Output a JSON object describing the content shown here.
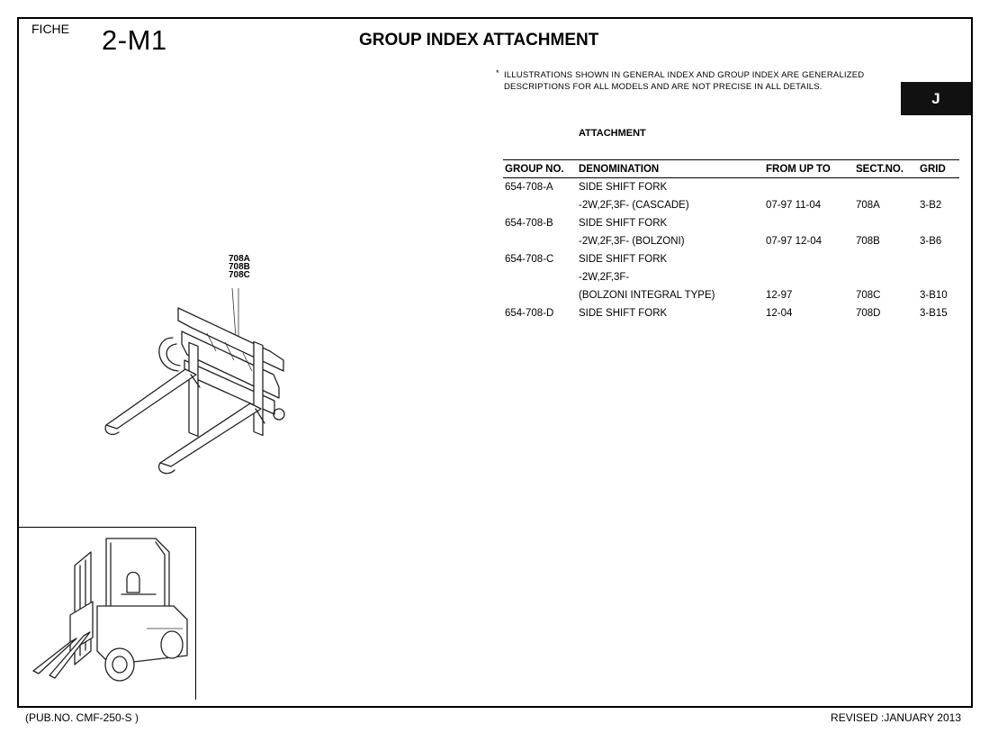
{
  "header": {
    "fiche_label": "FICHE",
    "fiche_code": "2-M1",
    "title": "GROUP INDEX ATTACHMENT"
  },
  "note": {
    "marker": "*",
    "text_line1": "ILLUSTRATIONS SHOWN IN GENERAL INDEX AND GROUP INDEX ARE GENERALIZED",
    "text_line2": "DESCRIPTIONS FOR ALL MODELS AND ARE NOT PRECISE IN ALL DETAILS."
  },
  "tab": {
    "letter": "J"
  },
  "section": {
    "title": "ATTACHMENT"
  },
  "table": {
    "headers": [
      "GROUP NO.",
      "DENOMINATION",
      "FROM UP TO",
      "SECT.NO.",
      "GRID"
    ],
    "rows": [
      [
        "654-708-A",
        "SIDE SHIFT FORK",
        "",
        "",
        ""
      ],
      [
        "",
        "-2W,2F,3F- (CASCADE)",
        "07-97 11-04",
        "708A",
        "3-B2"
      ],
      [
        "654-708-B",
        "SIDE SHIFT FORK",
        "",
        "",
        ""
      ],
      [
        "",
        "-2W,2F,3F- (BOLZONI)",
        "07-97 12-04",
        "708B",
        "3-B6"
      ],
      [
        "654-708-C",
        "SIDE SHIFT FORK",
        "",
        "",
        ""
      ],
      [
        "",
        "-2W,2F,3F-",
        "",
        "",
        ""
      ],
      [
        "",
        " (BOLZONI INTEGRAL TYPE)",
        "12-97",
        "708C",
        "3-B10"
      ],
      [
        "654-708-D",
        "SIDE SHIFT FORK",
        "12-04",
        "708D",
        "3-B15"
      ]
    ]
  },
  "illustration": {
    "callouts": [
      "708A",
      "708B",
      "708C"
    ]
  },
  "footer": {
    "pub_no": "(PUB.NO. CMF-250-S )",
    "revised": "REVISED :JANUARY 2013"
  }
}
